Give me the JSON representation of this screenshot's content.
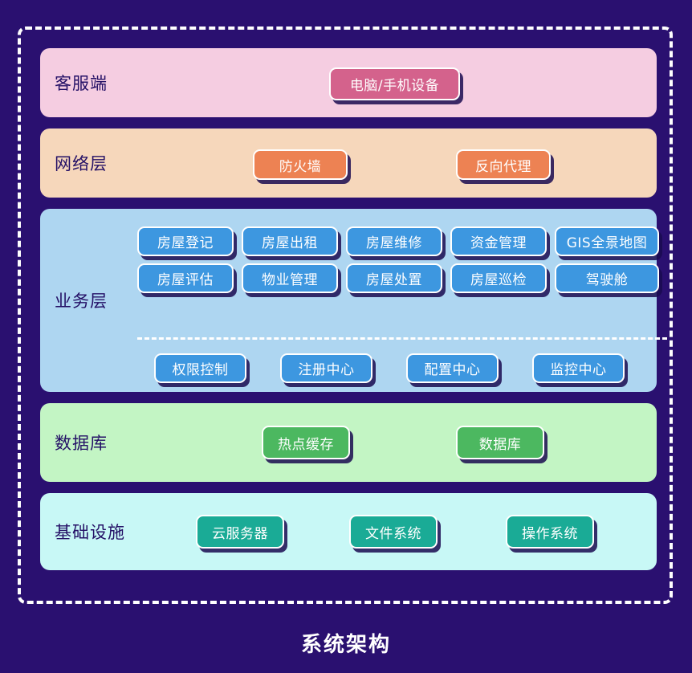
{
  "title": "系统架构",
  "colors": {
    "background": "#2a1070",
    "frame_border": "#ffffff",
    "label_text": "#241066",
    "node_text": "#ffffff"
  },
  "layers": [
    {
      "id": "client",
      "label": "客服端",
      "panel_color": "#f5cde1",
      "nodes": [
        {
          "label": "电脑/手机设备",
          "color": "#d4628c"
        }
      ]
    },
    {
      "id": "network",
      "label": "网络层",
      "panel_color": "#f6d7bb",
      "nodes": [
        {
          "label": "防火墙",
          "color": "#ed8253"
        },
        {
          "label": "反向代理",
          "color": "#ed8253"
        }
      ]
    },
    {
      "id": "business",
      "label": "业务层",
      "panel_color": "#aed6f1",
      "node_color": "#3d97e0",
      "rows": [
        [
          "房屋登记",
          "房屋出租",
          "房屋维修",
          "资金管理",
          "GIS全景地图"
        ],
        [
          "房屋评估",
          "物业管理",
          "房屋处置",
          "房屋巡检",
          "驾驶舱"
        ],
        [
          "权限控制",
          "注册中心",
          "配置中心",
          "监控中心"
        ]
      ]
    },
    {
      "id": "database",
      "label": "数据库",
      "panel_color": "#c3f5c4",
      "nodes": [
        {
          "label": "热点缓存",
          "color": "#4cb860"
        },
        {
          "label": "数据库",
          "color": "#4cb860"
        }
      ]
    },
    {
      "id": "infrastructure",
      "label": "基础设施",
      "panel_color": "#c8f8f6",
      "nodes": [
        {
          "label": "云服务器",
          "color": "#1aab96"
        },
        {
          "label": "文件系统",
          "color": "#1aab96"
        },
        {
          "label": "操作系统",
          "color": "#1aab96"
        }
      ]
    }
  ]
}
